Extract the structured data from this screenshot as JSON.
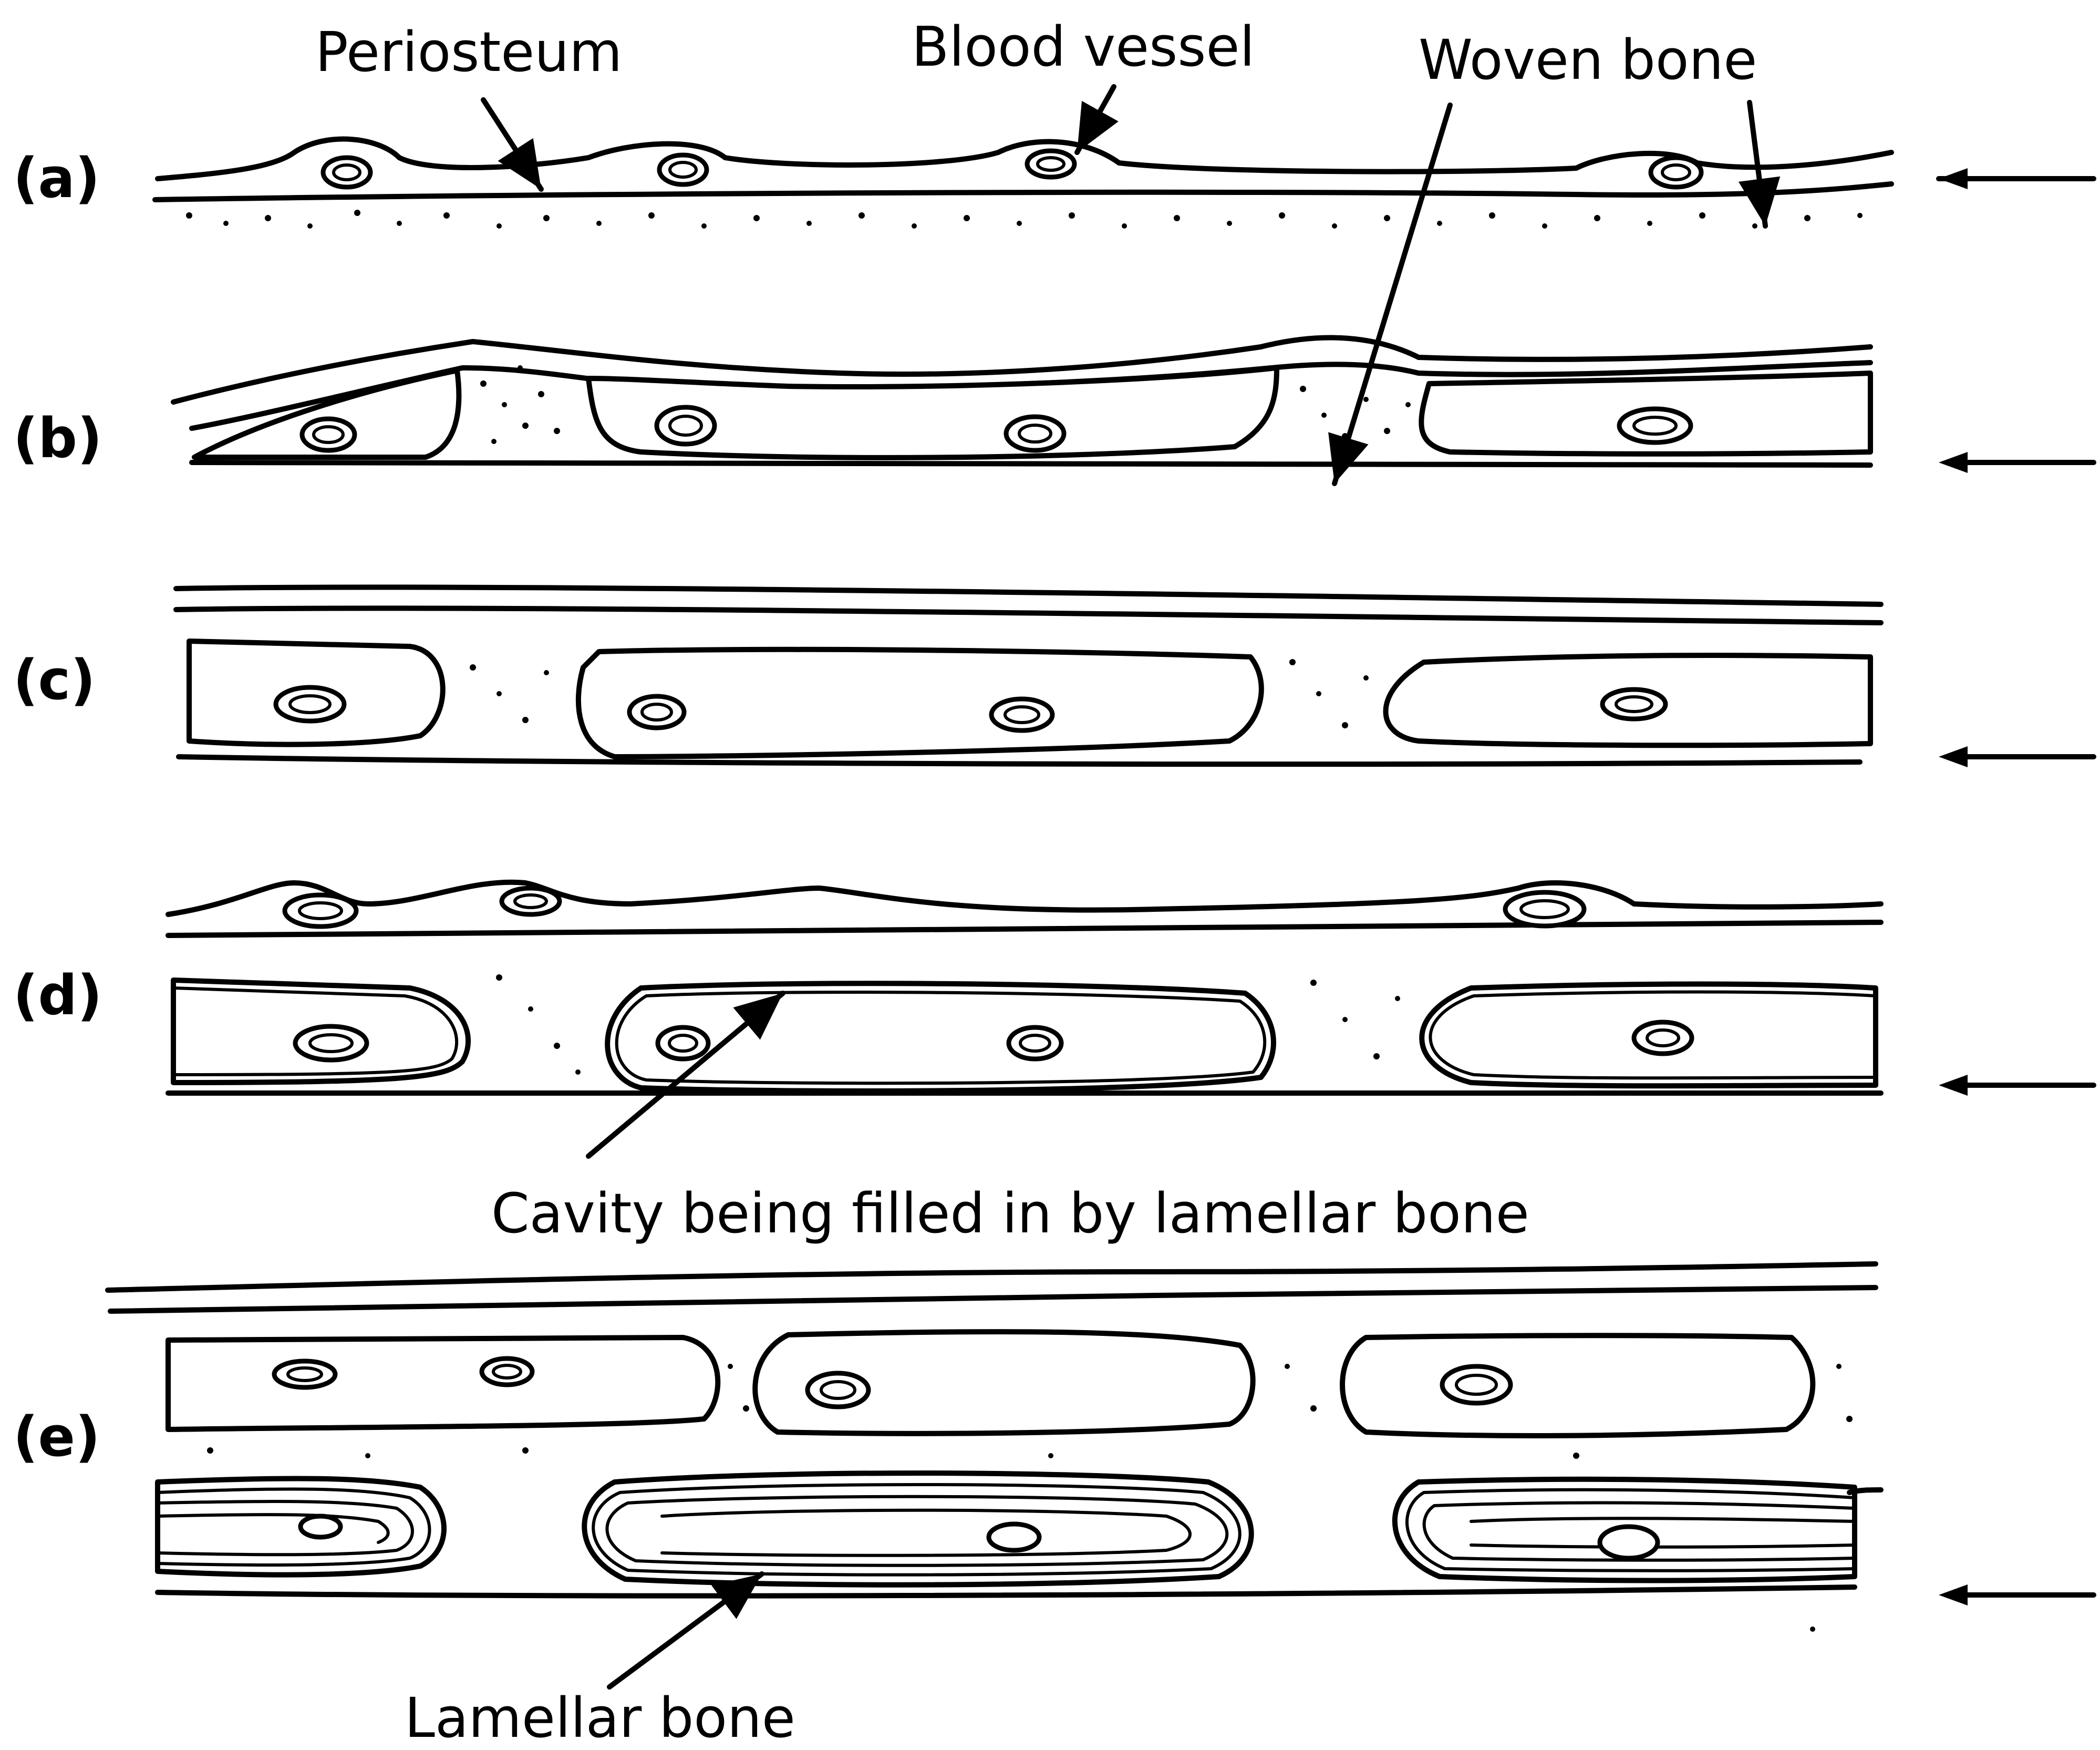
{
  "labels": {
    "periosteum": "Periosteum",
    "blood_vessel": "Blood vessel",
    "woven_bone": "Woven bone",
    "cavity_filled": "Cavity being filled in by lamellar bone",
    "lamellar_bone": "Lamellar bone"
  },
  "panels": [
    {
      "id": "a",
      "label": "(a)"
    },
    {
      "id": "b",
      "label": "(b)"
    },
    {
      "id": "c",
      "label": "(c)"
    },
    {
      "id": "d",
      "label": "(d)"
    },
    {
      "id": "e",
      "label": "(e)"
    }
  ]
}
